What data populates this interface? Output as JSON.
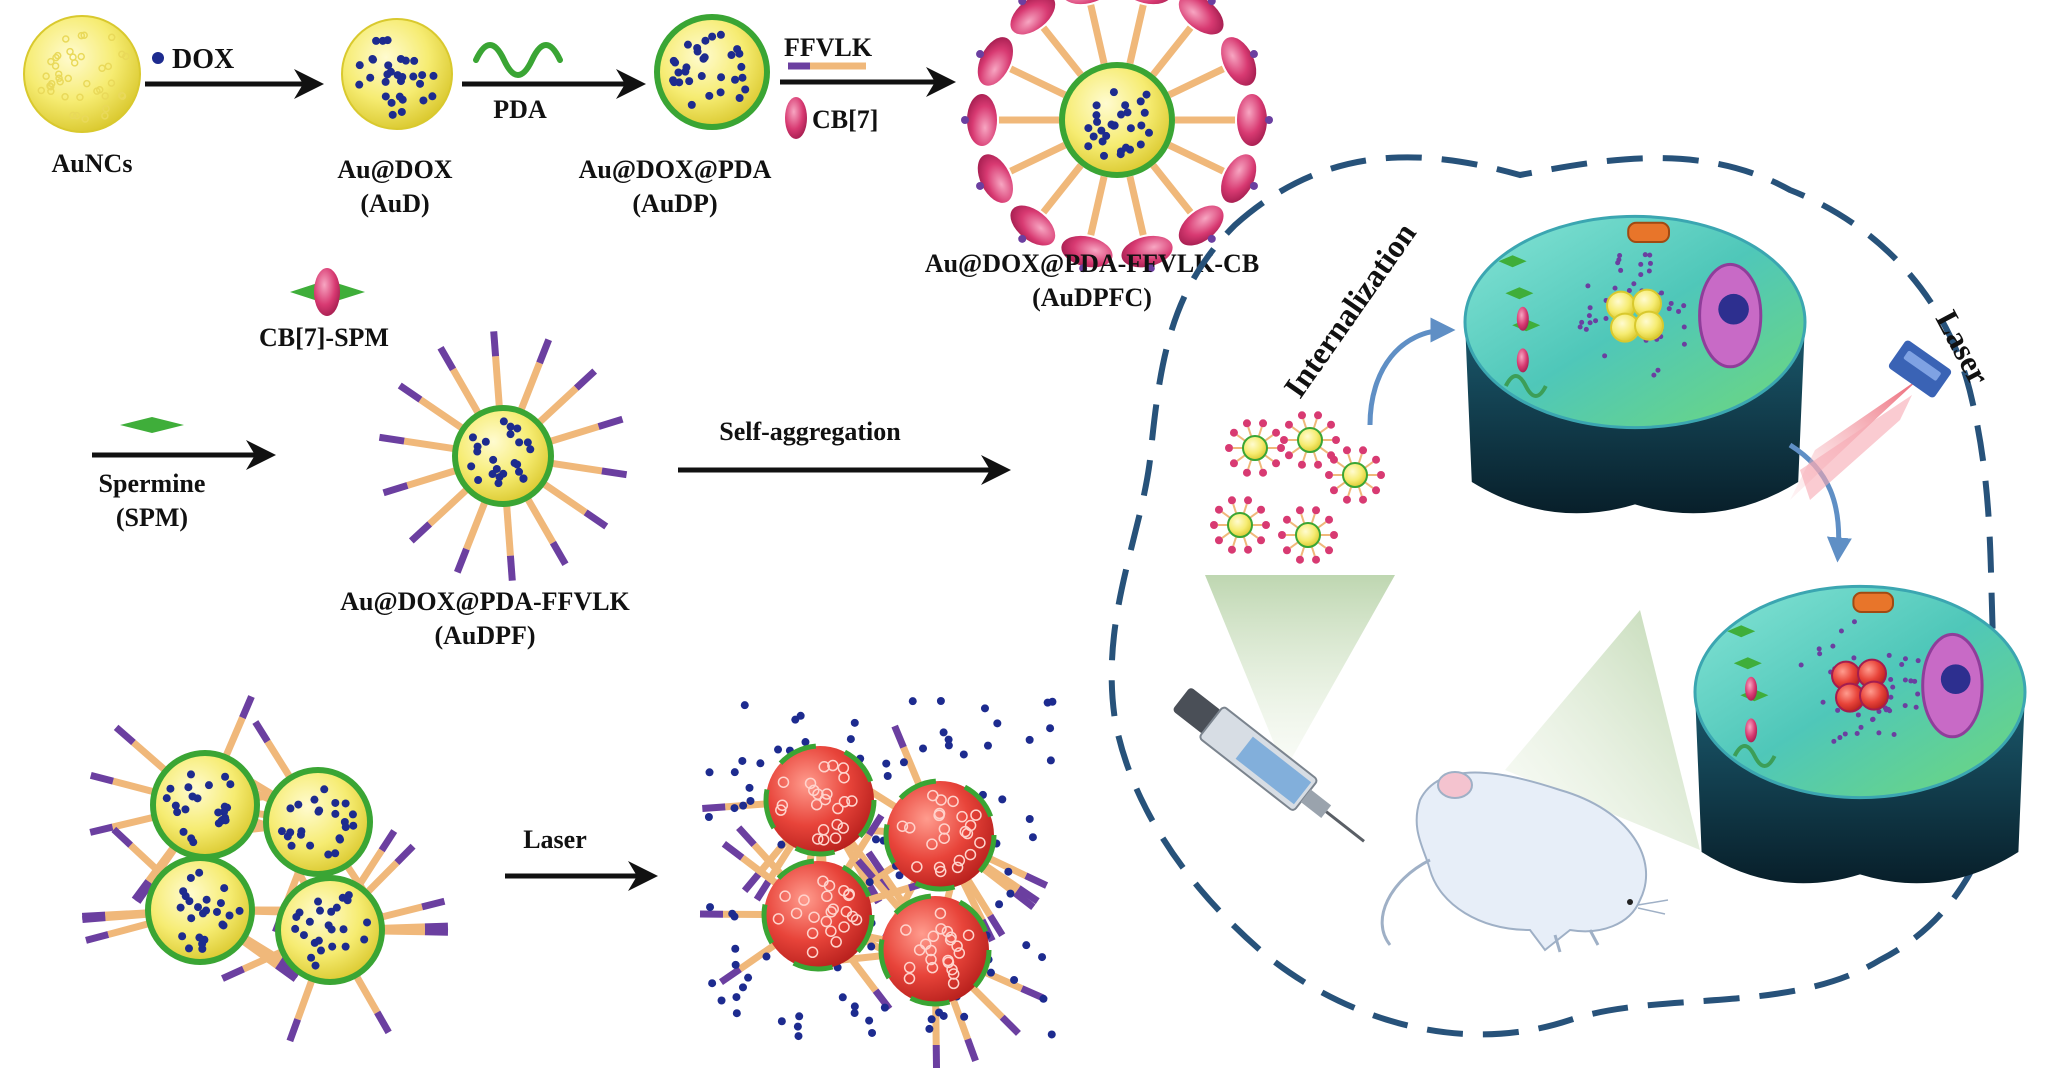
{
  "labels": {
    "aunc": "AuNCs",
    "dox": "DOX",
    "pda": "PDA",
    "ffvlk": "FFVLK",
    "cb7": "CB[7]",
    "aud1": "Au@DOX",
    "aud2": "(AuD)",
    "audp1": "Au@DOX@PDA",
    "audp2": "(AuDP)",
    "audpfc1": "Au@DOX@PDA-FFVLK-CB",
    "audpfc2": "(AuDPFC)",
    "cbspm": "CB[7]-SPM",
    "spm1": "Spermine",
    "spm2": "(SPM)",
    "selfagg": "Self-aggregation",
    "audpf1": "Au@DOX@PDA-FFVLK",
    "audpf2": "(AuDPF)",
    "laser1": "Laser",
    "internal": "Internalization",
    "laser2": "Laser"
  },
  "colors": {
    "gold": "#f6ec72",
    "goldRim": "#d9c92e",
    "pdaGreen": "#3aa534",
    "dox": "#1d2b8f",
    "peptide": "#f0b87a",
    "peptideEnd": "#6b3fa0",
    "cb7": "#d83a72",
    "spm": "#3fae3a",
    "redNP": "#e33b36",
    "cellDash": "#27527a",
    "cellTop": "#5fd0c3",
    "cellBody": "#0e3446",
    "arrowBlue": "#5f8fc5",
    "laserRed": "#e8485a"
  }
}
